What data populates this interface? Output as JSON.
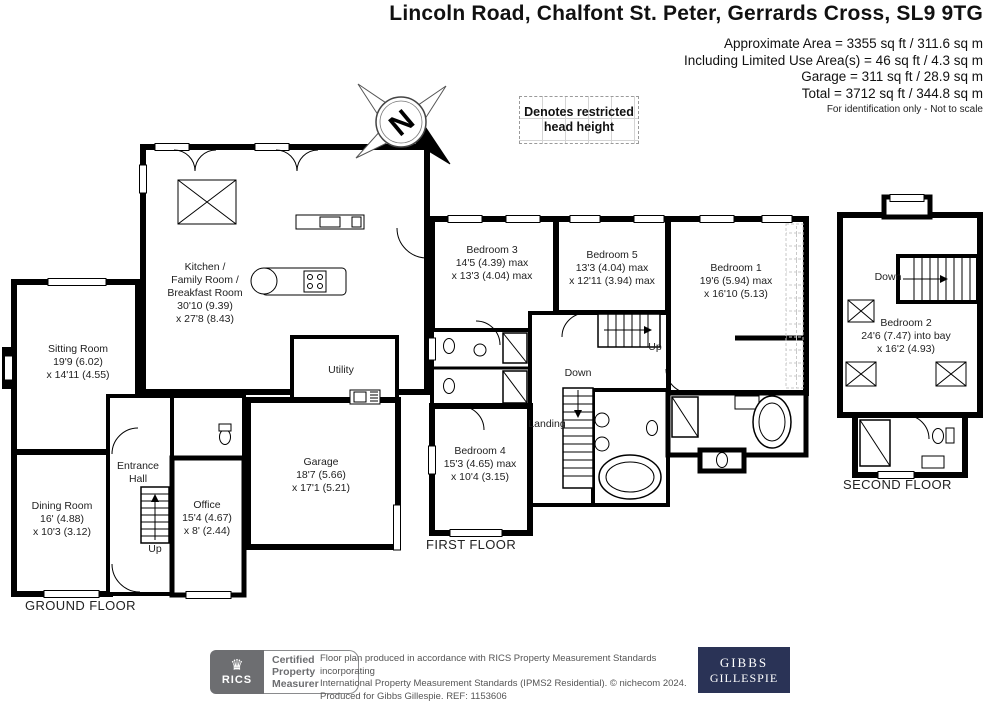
{
  "header": {
    "title": "Lincoln Road, Chalfont St. Peter, Gerrards Cross, SL9 9TG",
    "stats": [
      "Approximate Area = 3355 sq ft / 311.6 sq m",
      "Including Limited Use Area(s) = 46 sq ft / 4.3 sq m",
      "Garage = 311 sq ft / 28.9 sq m",
      "Total = 3712 sq ft / 344.8 sq m"
    ],
    "note": "For identification only - Not to scale",
    "compass": "N"
  },
  "legend": {
    "restricted_head_height": "Denotes restricted\nhead height"
  },
  "ground_floor": {
    "label": "GROUND FLOOR",
    "rooms": {
      "kitchen": "Kitchen /\nFamily Room /\nBreakfast Room\n30'10 (9.39)\nx 27'8 (8.43)",
      "sitting": "Sitting Room\n19'9 (6.02)\nx 14'11 (4.55)",
      "dining": "Dining Room\n16' (4.88)\nx 10'3 (3.12)",
      "entrance_hall": "Entrance\nHall",
      "office": "Office\n15'4 (4.67)\nx 8' (2.44)",
      "utility": "Utility",
      "garage": "Garage\n18'7 (5.66)\nx 17'1 (5.21)",
      "up": "Up"
    }
  },
  "first_floor": {
    "label": "FIRST FLOOR",
    "rooms": {
      "bedroom3": "Bedroom 3\n14'5 (4.39) max\nx 13'3 (4.04) max",
      "bedroom5": "Bedroom 5\n13'3 (4.04) max\nx 12'11 (3.94) max",
      "bedroom1": "Bedroom 1\n19'6 (5.94) max\nx 16'10 (5.13)",
      "bedroom4": "Bedroom 4\n15'3 (4.65) max\nx 10'4 (3.15)",
      "landing": "Landing",
      "up": "Up",
      "down": "Down"
    }
  },
  "second_floor": {
    "label": "SECOND FLOOR",
    "rooms": {
      "bedroom2": "Bedroom 2\n24'6 (7.47) into bay\nx 16'2 (4.93)",
      "down": "Down"
    }
  },
  "footer": {
    "rics_brand": "RICS",
    "rics_cert": "Certified\nProperty\nMeasurer",
    "disclaimer": "Floor plan produced in accordance with RICS Property Measurement Standards incorporating\nInternational Property Measurement Standards (IPMS2 Residential).   © nichecom 2024.\nProduced for Gibbs Gillespie.   REF: 1153606",
    "brand_line1": "GIBBS",
    "brand_line2": "GILLESPIE"
  },
  "colors": {
    "wall": "#000000",
    "brand_navy": "#2a3356",
    "rics_gray": "#6d6e71"
  }
}
